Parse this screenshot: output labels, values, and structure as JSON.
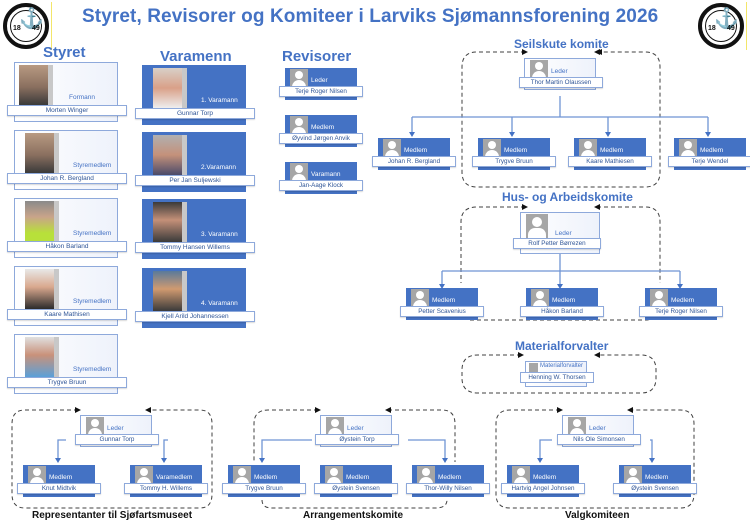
{
  "title": "Styret, Revisorer og Komiteer i Larviks Sjømannsforening 2026",
  "logo": {
    "year_left": "18",
    "year_right": "49",
    "icon": "anchor-icon"
  },
  "styret": {
    "heading": "Styret",
    "members": [
      {
        "role": "Formann",
        "name": "Morten Winger"
      },
      {
        "role": "Styremedlem",
        "name": "Johan R. Bergland"
      },
      {
        "role": "Styremedlem",
        "name": "Håkon Barland"
      },
      {
        "role": "Styremedlem",
        "name": "Kaare Mathisen"
      },
      {
        "role": "Styremedlem",
        "name": "Trygve Bruun"
      }
    ]
  },
  "varamenn": {
    "heading": "Varamenn",
    "members": [
      {
        "role": "1. Varamann",
        "name": "Gunnar Torp"
      },
      {
        "role": "2.Varamann",
        "name": "Per Jan Suljewski"
      },
      {
        "role": "3. Varamann",
        "name": "Tommy Hansen Willems"
      },
      {
        "role": "4. Varamann",
        "name": "Kjell Arild Johannessen"
      }
    ]
  },
  "revisorer": {
    "heading": "Revisorer",
    "members": [
      {
        "role": "Leder",
        "name": "Terje Roger Nilsen"
      },
      {
        "role": "Medlem",
        "name": "Øyvind Jørgen Anvik"
      },
      {
        "role": "Varamann",
        "name": "Jan-Aage Klock"
      }
    ]
  },
  "seilskute": {
    "heading": "Seilskute komite",
    "leader": {
      "role": "Leder",
      "name": "Thor Martin Olaussen"
    },
    "members": [
      {
        "role": "Medlem",
        "name": "Johan R. Bergland"
      },
      {
        "role": "Medlem",
        "name": "Trygve Bruun"
      },
      {
        "role": "Medlem",
        "name": "Kaare Mathiesen"
      },
      {
        "role": "Medlem",
        "name": "Terje Wendel"
      }
    ]
  },
  "hus": {
    "heading": "Hus- og Arbeidskomite",
    "leader": {
      "role": "Leder",
      "name": "Rolf Petter Børrezen"
    },
    "members": [
      {
        "role": "Medlem",
        "name": "Petter Scavenius"
      },
      {
        "role": "Medlem",
        "name": "Håkon Barland"
      },
      {
        "role": "Medlem",
        "name": "Terje Roger Nilsen"
      }
    ]
  },
  "material": {
    "heading": "Materialforvalter",
    "person": {
      "role": "Materialforvalter",
      "name": "Henning W. Thorsen"
    }
  },
  "sjofart": {
    "heading": "Representanter til Sjøfartsmuseet",
    "leader": {
      "role": "Leder",
      "name": "Gunnar Torp"
    },
    "members": [
      {
        "role": "Medlem",
        "name": "Knut Midtvik"
      },
      {
        "role": "Varamedlem",
        "name": "Tommy H. Willems"
      }
    ]
  },
  "arrangement": {
    "heading": "Arrangementskomite",
    "leader": {
      "role": "Leder",
      "name": "Øystein Torp"
    },
    "members": [
      {
        "role": "Medlem",
        "name": "Trygve Bruun"
      },
      {
        "role": "Medlem",
        "name": "Øystein Svensen"
      },
      {
        "role": "Medlem",
        "name": "Thor-Willy Nilsen"
      }
    ]
  },
  "valg": {
    "heading": "Valgkomiteen",
    "leader": {
      "role": "Leder",
      "name": "Nils Ole Simonsen"
    },
    "members": [
      {
        "role": "Medlem",
        "name": "Hartvig Angel Johnsen"
      },
      {
        "role": "Medlem",
        "name": "Øystein Svensen"
      }
    ]
  },
  "colors": {
    "accent": "#4472c4",
    "line": "#6f94d4",
    "dash": "#404040"
  }
}
